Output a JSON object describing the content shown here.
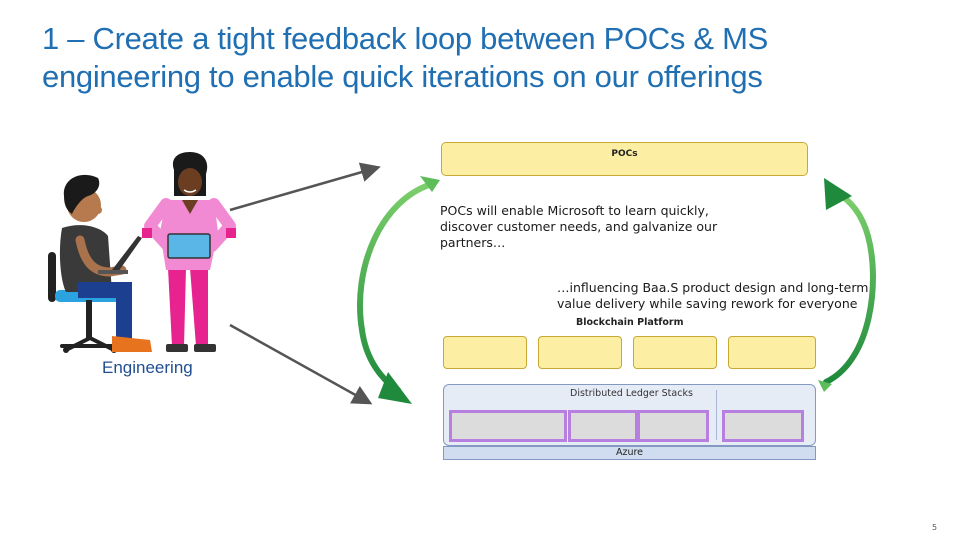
{
  "title": {
    "line1": "1 – Create a tight feedback loop between POCs & MS",
    "line2": "engineering to enable quick iterations on our offerings"
  },
  "diagram": {
    "pocs_label": "POCs",
    "note_learn": "POCs will enable Microsoft to learn quickly, discover customer needs, and galvanize our partners…",
    "note_influence": "…influencing Baa.S product design and long-term value delivery while saving rework for everyone",
    "blockchain_label": "Blockchain Platform",
    "ledger_label": "Distributed Ledger Stacks",
    "azure_label": "Azure",
    "engineering_label": "Engineering"
  },
  "colors": {
    "title": "#1f6fb2",
    "yellow_fill": "#fcefa4",
    "yellow_border": "#c9a935",
    "arrow_green": "#2e9e4a",
    "purple": "#b77fe0"
  },
  "page_number": "5"
}
